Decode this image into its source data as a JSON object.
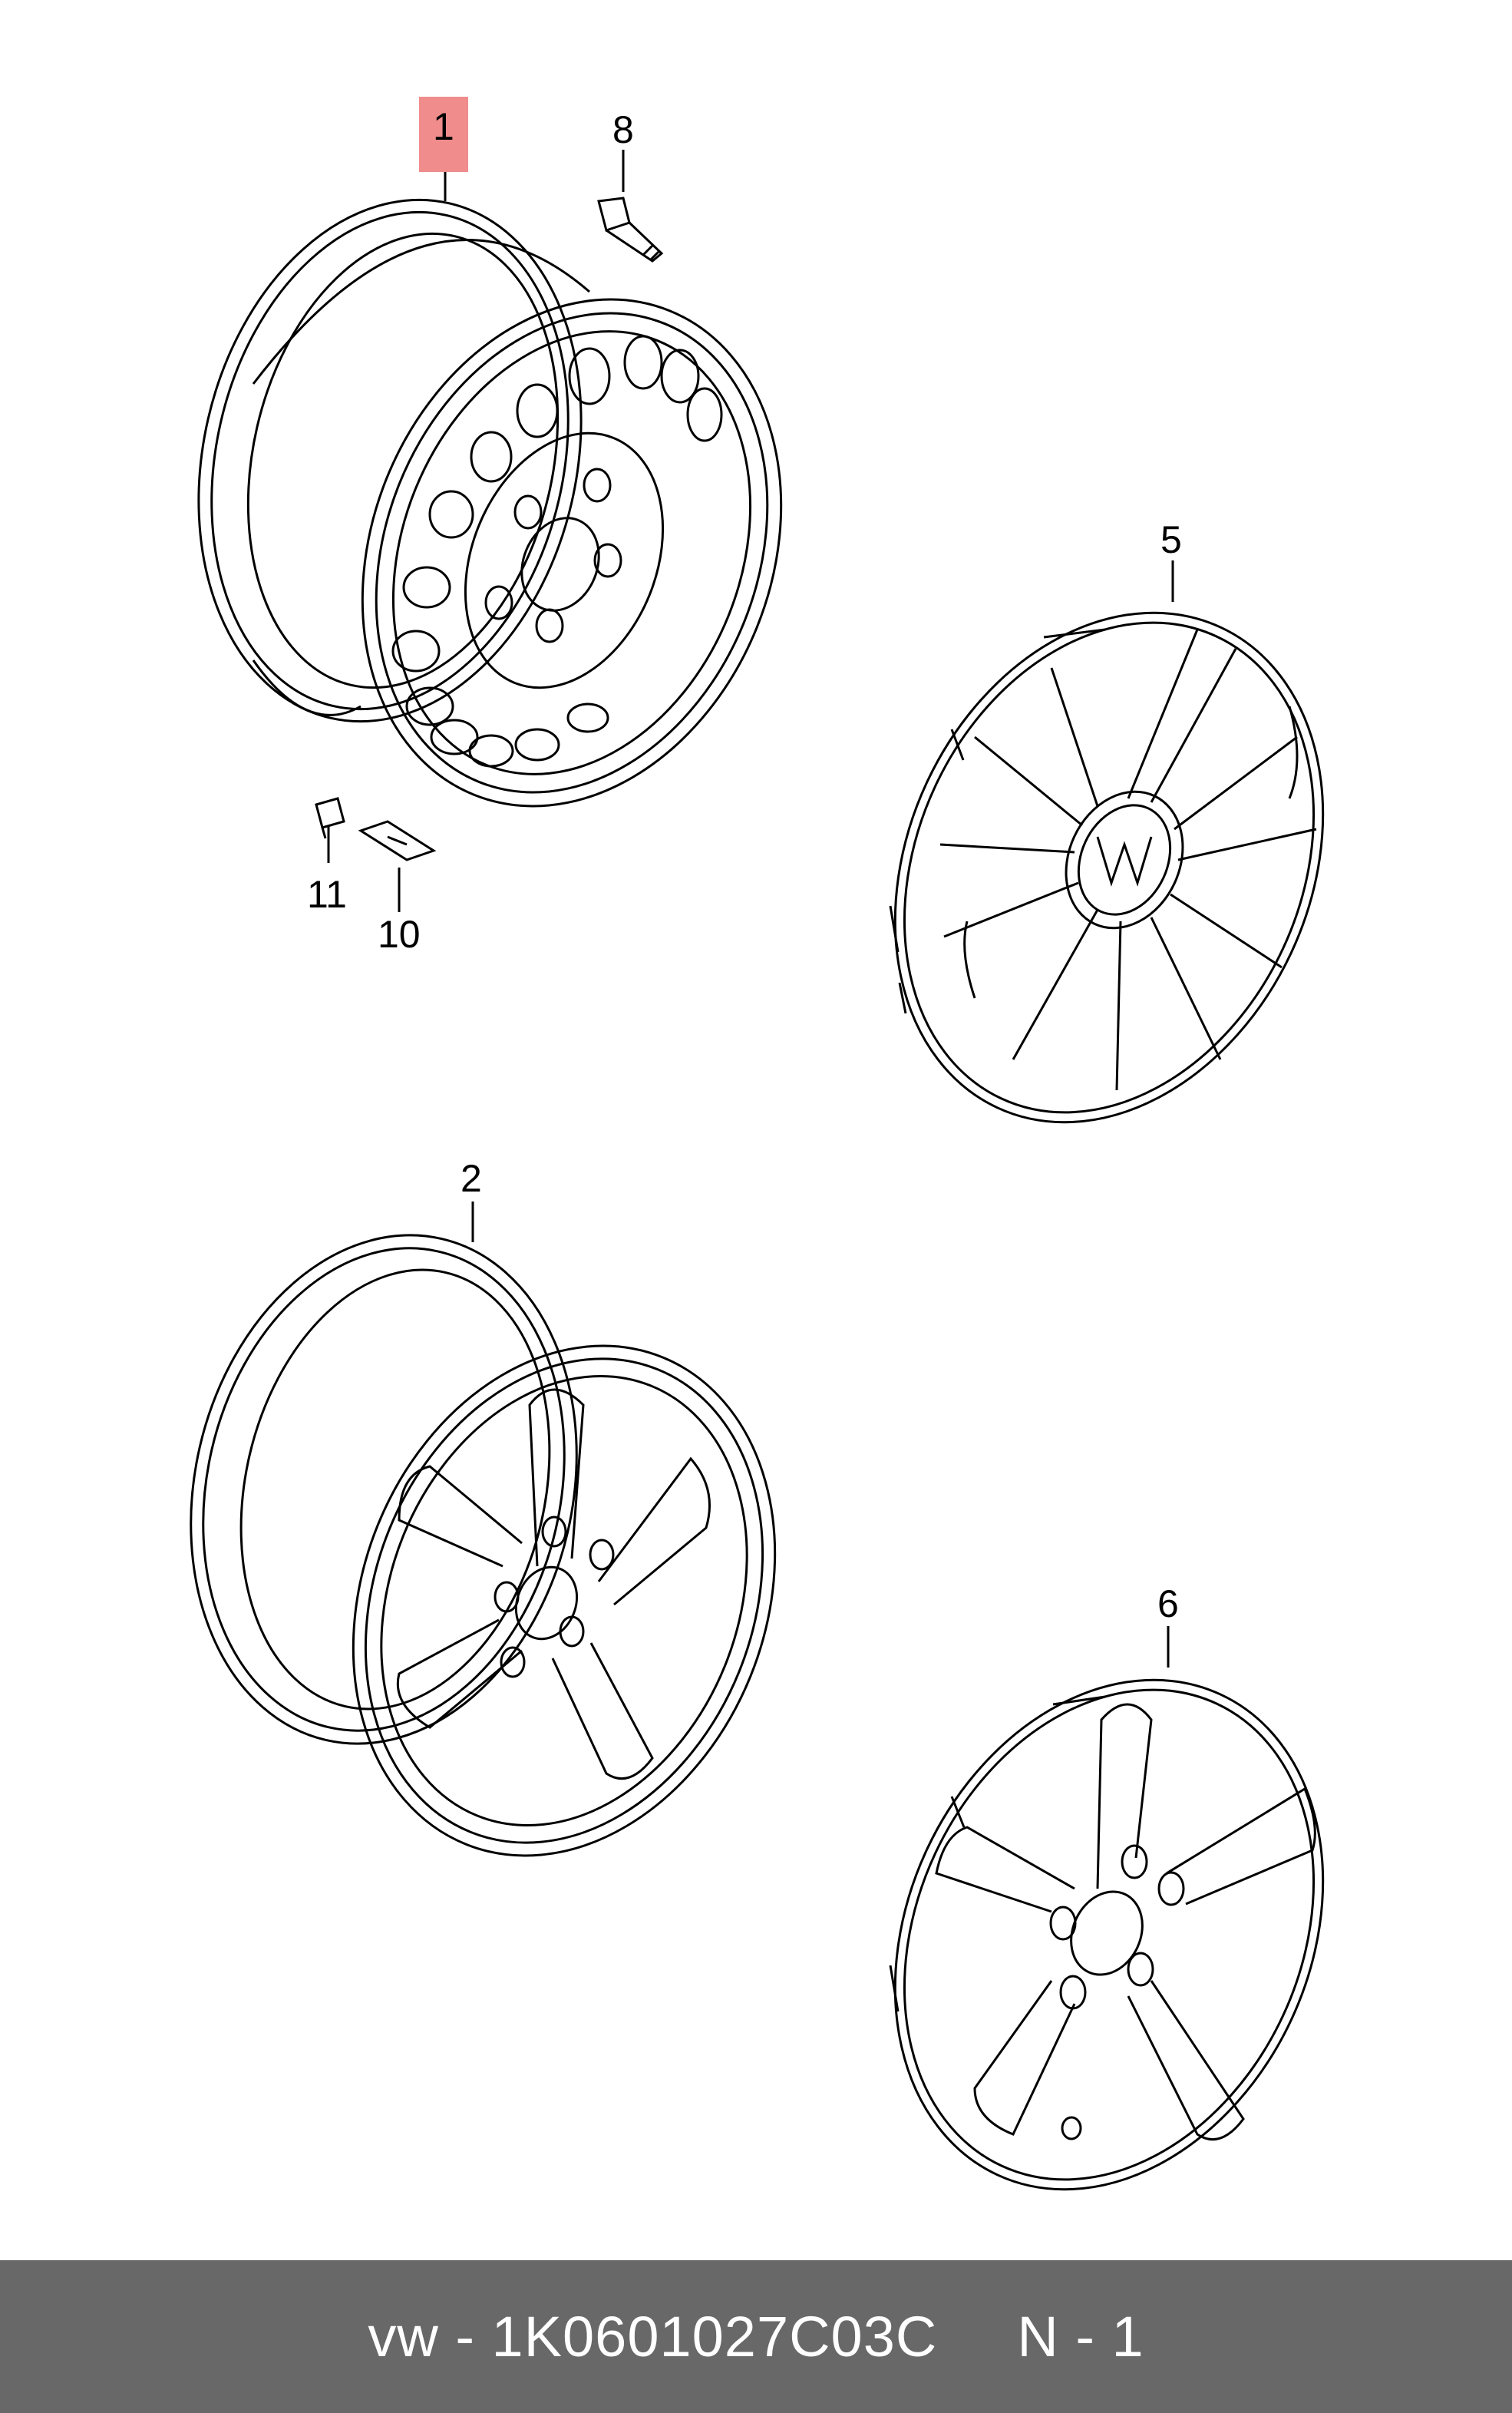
{
  "diagram": {
    "parts": [
      {
        "callout": "1",
        "item": "steel-wheel",
        "highlighted": true
      },
      {
        "callout": "2",
        "item": "alloy-wheel",
        "highlighted": false
      },
      {
        "callout": "5",
        "item": "wheel-cover-multi-spoke",
        "highlighted": false
      },
      {
        "callout": "6",
        "item": "wheel-cover-five-spoke",
        "highlighted": false
      },
      {
        "callout": "8",
        "item": "valve",
        "highlighted": false
      },
      {
        "callout": "10",
        "item": "balance-weight",
        "highlighted": false
      },
      {
        "callout": "11",
        "item": "clip",
        "highlighted": false
      }
    ],
    "highlight_color": "#f08c8c"
  },
  "footer": {
    "part_number": "vw - 1K0601027C03C",
    "position": "N - 1",
    "background_color": "#686868"
  }
}
